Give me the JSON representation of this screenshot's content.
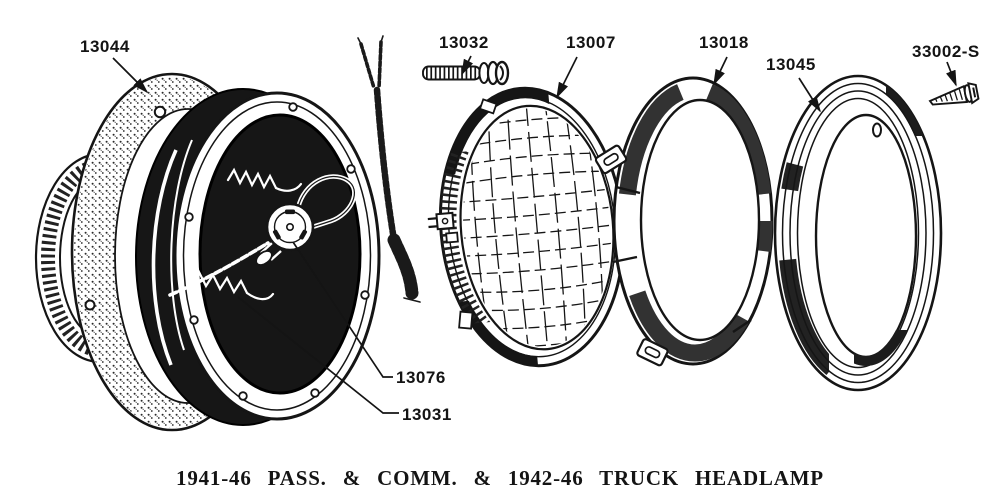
{
  "figure": {
    "caption": "1941-46 PASS. & COMM. & 1942-46 TRUCK HEADLAMP",
    "ink_color": "#151515",
    "paper_color": "#ffffff",
    "parts": {
      "body_gasket": {
        "label": "13044"
      },
      "mounting_screw": {
        "label": "13032"
      },
      "sealed_beam": {
        "label": "13007"
      },
      "retaining_ring": {
        "label": "13018"
      },
      "door_bezel": {
        "label": "13045"
      },
      "bezel_screw": {
        "label": "33002-S"
      },
      "bulb_socket": {
        "label": "13076"
      },
      "spring": {
        "label": "13031"
      }
    }
  }
}
